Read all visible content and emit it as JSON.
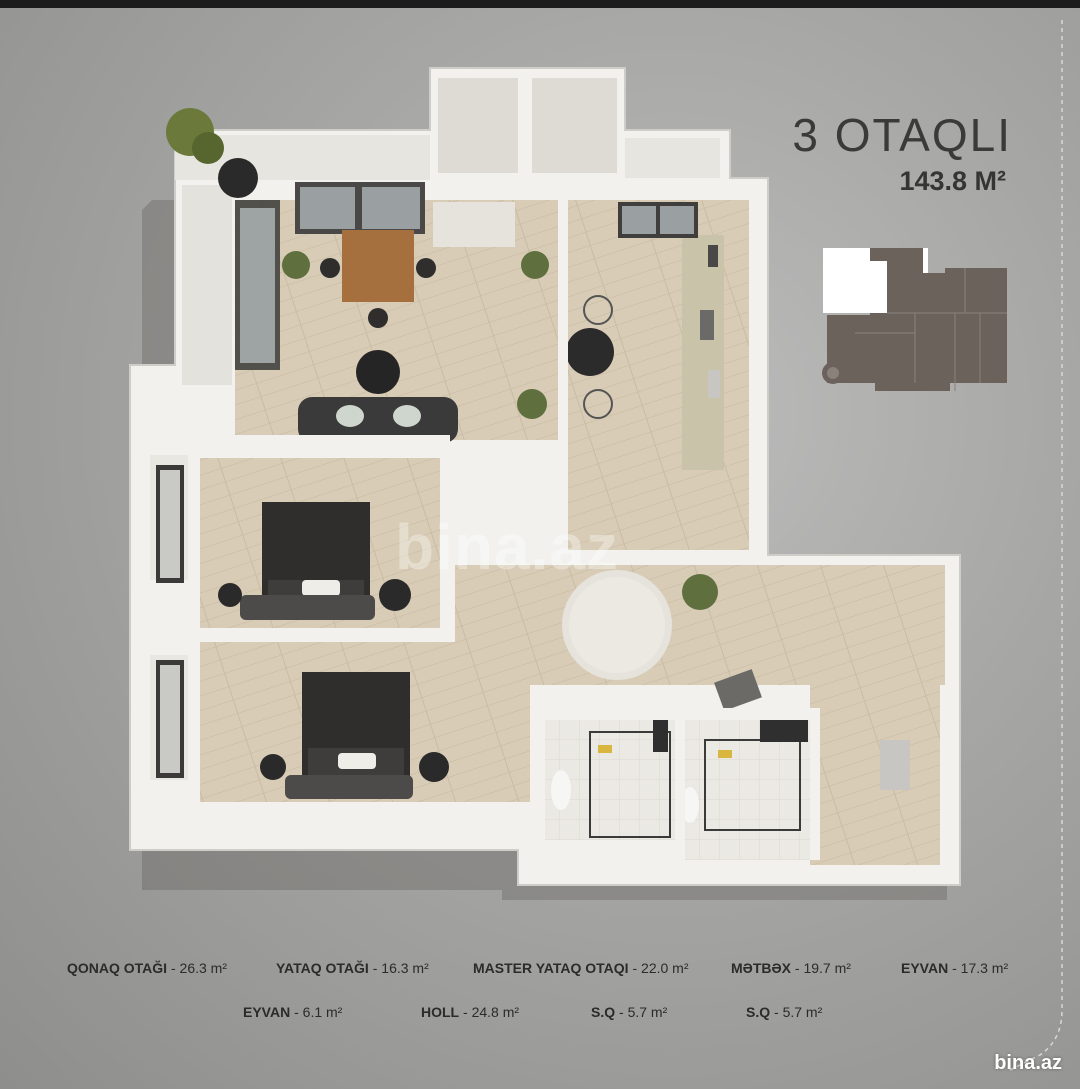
{
  "header": {
    "title": "3 OTAQLI",
    "total_area": "143.8 M²"
  },
  "areas": [
    {
      "name": "QONAQ OTAĞI",
      "value": "26.3 m²"
    },
    {
      "name": "YATAQ OTAĞI",
      "value": "16.3 m²"
    },
    {
      "name": "MASTER YATAQ OTAQI",
      "value": "22.0 m²"
    },
    {
      "name": "MƏTBƏX",
      "value": "19.7 m²"
    },
    {
      "name": "EYVAN",
      "value": "17.3 m²"
    },
    {
      "name": "EYVAN",
      "value": "6.1 m²"
    },
    {
      "name": "HOLL",
      "value": "24.8 m²"
    },
    {
      "name": "S.Q",
      "value": "5.7 m²"
    },
    {
      "name": "S.Q",
      "value": "5.7 m²"
    }
  ],
  "watermark": "bina.az",
  "logo": "bina.az",
  "colors": {
    "wall": "#f2f1ee",
    "wall_side": "#cfcdc8",
    "floor_wood": "#d9cdb8",
    "floor_bath": "#e9e7e2",
    "sofa": "#3b3a3a",
    "bed": "#2f2e2d",
    "keyplan_fill": "#6b625c",
    "keyplan_highlight": "#ffffff",
    "text": "#2b2b2b"
  }
}
